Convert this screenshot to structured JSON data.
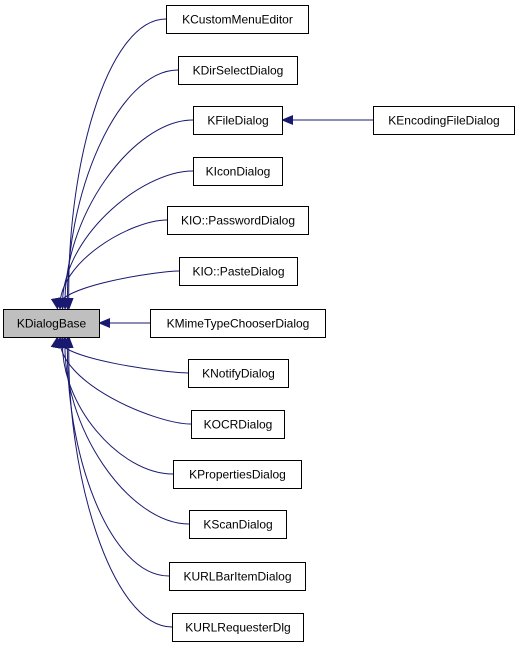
{
  "colors": {
    "edge": "#191970",
    "node_border": "#000000",
    "node_fill": "#ffffff",
    "base_fill": "#bfbfbf"
  },
  "diagram": {
    "base": {
      "id": "kdialogbase",
      "label": "KDialogBase"
    },
    "nodes": [
      {
        "id": "kcustommenueditor",
        "label": "KCustomMenuEditor"
      },
      {
        "id": "kdirselectdialog",
        "label": "KDirSelectDialog"
      },
      {
        "id": "kfiledialog",
        "label": "KFileDialog"
      },
      {
        "id": "kencodingfiledialog",
        "label": "KEncodingFileDialog"
      },
      {
        "id": "kicondialog",
        "label": "KIconDialog"
      },
      {
        "id": "kio-passworddialog",
        "label": "KIO::PasswordDialog"
      },
      {
        "id": "kio-pastedialog",
        "label": "KIO::PasteDialog"
      },
      {
        "id": "kmimetypechooserdialog",
        "label": "KMimeTypeChooserDialog"
      },
      {
        "id": "knotifydialog",
        "label": "KNotifyDialog"
      },
      {
        "id": "kocrdialog",
        "label": "KOCRDialog"
      },
      {
        "id": "kpropertiesdialog",
        "label": "KPropertiesDialog"
      },
      {
        "id": "kscandialog",
        "label": "KScanDialog"
      },
      {
        "id": "kurlbaritemdialog",
        "label": "KURLBarItemDialog"
      },
      {
        "id": "kurlrequesterdlg",
        "label": "KURLRequesterDlg"
      }
    ],
    "edges": [
      {
        "from": "kcustommenueditor",
        "to": "kdialogbase"
      },
      {
        "from": "kdirselectdialog",
        "to": "kdialogbase"
      },
      {
        "from": "kfiledialog",
        "to": "kdialogbase"
      },
      {
        "from": "kencodingfiledialog",
        "to": "kfiledialog"
      },
      {
        "from": "kicondialog",
        "to": "kdialogbase"
      },
      {
        "from": "kio-passworddialog",
        "to": "kdialogbase"
      },
      {
        "from": "kio-pastedialog",
        "to": "kdialogbase"
      },
      {
        "from": "kmimetypechooserdialog",
        "to": "kdialogbase"
      },
      {
        "from": "knotifydialog",
        "to": "kdialogbase"
      },
      {
        "from": "kocrdialog",
        "to": "kdialogbase"
      },
      {
        "from": "kpropertiesdialog",
        "to": "kdialogbase"
      },
      {
        "from": "kscandialog",
        "to": "kdialogbase"
      },
      {
        "from": "kurlbaritemdialog",
        "to": "kdialogbase"
      },
      {
        "from": "kurlrequesterdlg",
        "to": "kdialogbase"
      }
    ]
  }
}
